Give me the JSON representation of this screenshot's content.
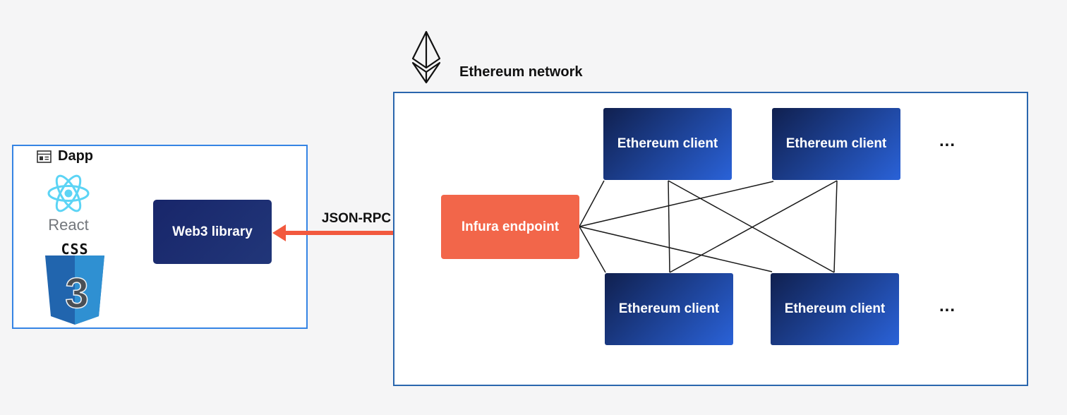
{
  "dapp": {
    "title": "Dapp",
    "react_label": "React",
    "css_label": "CSS",
    "css_numeral": "3",
    "web3_label": "Web3 library"
  },
  "connection": {
    "label": "JSON-RPC"
  },
  "network": {
    "title": "Ethereum network",
    "endpoint_label": "Infura endpoint",
    "clients": [
      {
        "label": "Ethereum client"
      },
      {
        "label": "Ethereum client"
      },
      {
        "label": "Ethereum client"
      },
      {
        "label": "Ethereum client"
      }
    ],
    "ellipsis_top": "...",
    "ellipsis_bottom": "..."
  },
  "colors": {
    "background": "#f5f5f6",
    "dapp_border_blue": "#3584e4",
    "network_border_blue": "#2a66ad",
    "endpoint_orange": "#f2664a",
    "client_gradient_start": "#10204f",
    "client_gradient_end": "#2a62d8",
    "web3_navy": "#18266a",
    "arrow_red": "#f2593e",
    "react_cyan": "#5cd4f5",
    "css_shield_blue": "#2472b8",
    "mesh_line_black": "#1a1a1a"
  }
}
